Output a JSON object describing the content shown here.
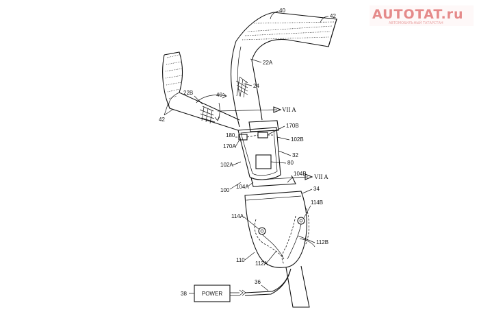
{
  "watermark": {
    "brand": "AUTOTAT.ru",
    "tagline": "АВТОМОБИЛЬНЫЙ ТАТАРСТАН"
  },
  "labels": {
    "l40_top": "40",
    "l42_top": "42",
    "l22a": "22A",
    "l24": "24",
    "l22b": "22B",
    "l40_mid": "40",
    "l42_left": "42",
    "section_top": "VII A",
    "l170b": "170B",
    "l180": "180",
    "l102b": "102B",
    "l170a": "170A",
    "l32": "32",
    "l102a": "102A",
    "l80": "80",
    "l100": "100",
    "l104a": "104A",
    "l104b": "104B",
    "section_bottom": "VII A",
    "l34": "34",
    "l114a": "114A",
    "l114b": "114B",
    "l112b": "112B",
    "l110": "110",
    "l112a": "112A",
    "l36": "36",
    "l38": "38",
    "power": "POWER"
  }
}
